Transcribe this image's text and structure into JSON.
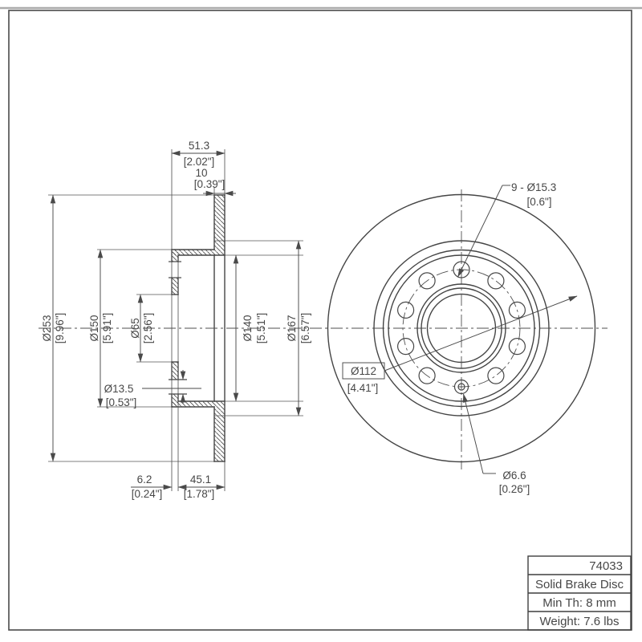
{
  "title_block": {
    "part_number": "74033",
    "description": "Solid Brake Disc",
    "min_thickness": "Min Th: 8 mm",
    "weight": "Weight: 7.6 lbs"
  },
  "dims": {
    "overall_width_mm": "51.3",
    "overall_width_in": "[2.02\"]",
    "disc_thickness_mm": "10",
    "disc_thickness_in": "[0.39\"]",
    "outer_diameter_mm": "Ø253",
    "outer_diameter_in": "[9.96\"]",
    "hat_diameter_mm": "Ø150",
    "hat_diameter_in": "[5.91\"]",
    "center_bore_mm": "Ø65",
    "center_bore_in": "[2.56\"]",
    "mount_hole_mm": "Ø13.5",
    "mount_hole_in": "[0.53\"]",
    "inner_diameter_mm": "Ø140",
    "inner_diameter_in": "[5.51\"]",
    "step_diameter_mm": "Ø167",
    "step_diameter_in": "[6.57\"]",
    "hat_wall_mm": "6.2",
    "hat_wall_in": "[0.24\"]",
    "hat_depth_mm": "45.1",
    "hat_depth_in": "[1.78\"]",
    "lug_holes_mm": "9 - Ø15.3",
    "lug_holes_in": "[0.6\"]",
    "bolt_circle_mm": "Ø112",
    "bolt_circle_in": "[4.41\"]",
    "screw_hole_mm": "Ø6.6",
    "screw_hole_in": "[0.26\"]"
  },
  "colors": {
    "line": "#4a4a4a",
    "background": "#ffffff"
  }
}
